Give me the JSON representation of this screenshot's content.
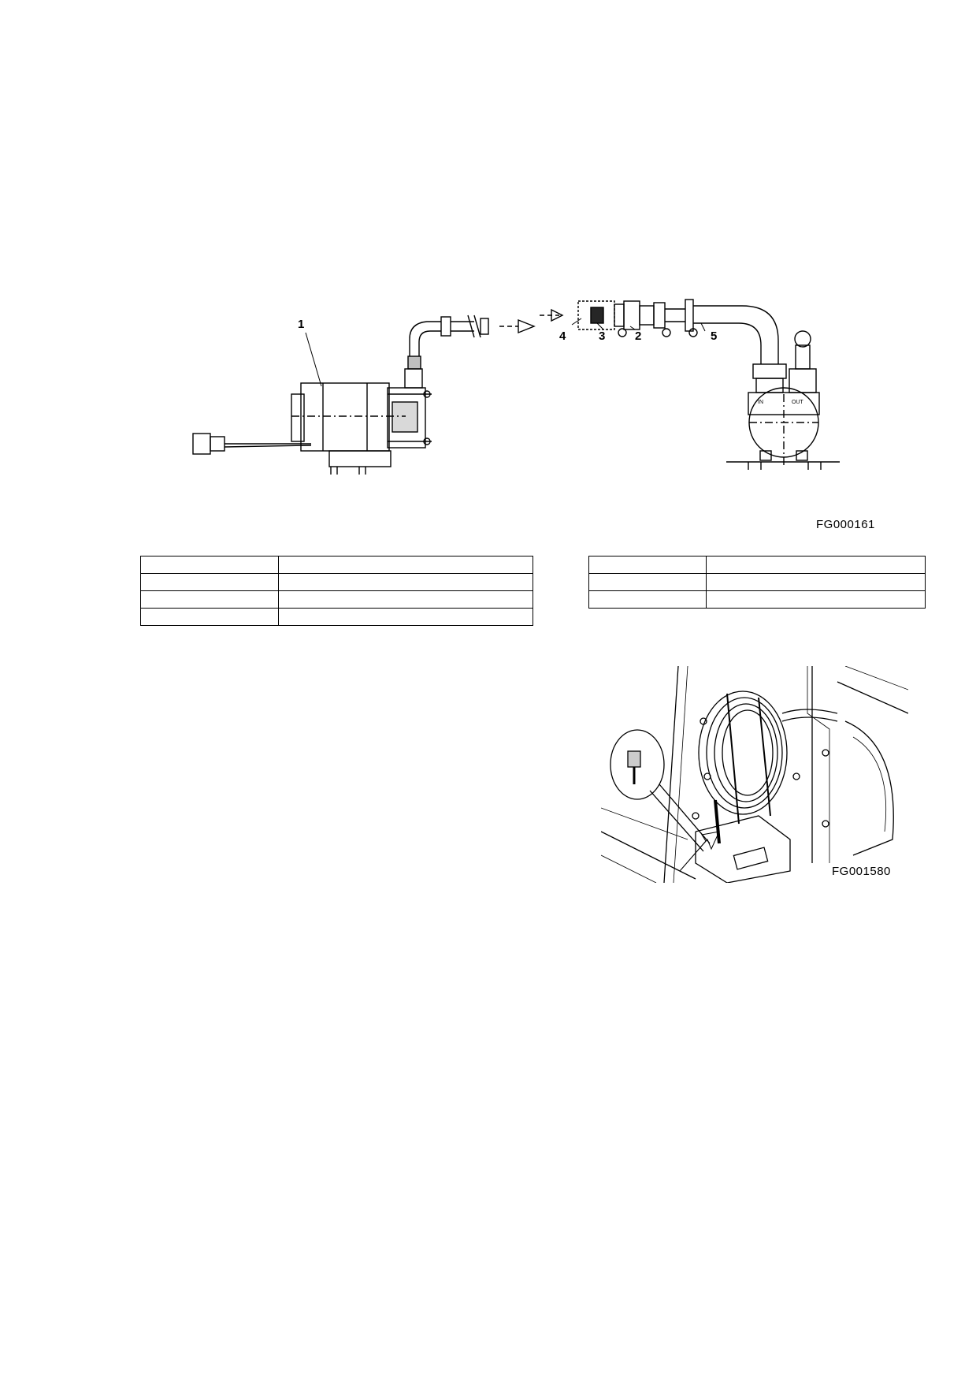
{
  "figures": {
    "top": {
      "code": "FG000161",
      "callouts": [
        "1",
        "4",
        "3",
        "2",
        "5"
      ],
      "outlet_label": "OUT",
      "inlet_label": "IN"
    },
    "bottom": {
      "code": "FG001580"
    }
  },
  "tables": {
    "left": {
      "rows": [
        [
          "",
          ""
        ],
        [
          "",
          ""
        ],
        [
          "",
          ""
        ],
        [
          "",
          ""
        ]
      ]
    },
    "right": {
      "rows": [
        [
          "",
          ""
        ],
        [
          "",
          ""
        ],
        [
          "",
          ""
        ]
      ]
    }
  }
}
